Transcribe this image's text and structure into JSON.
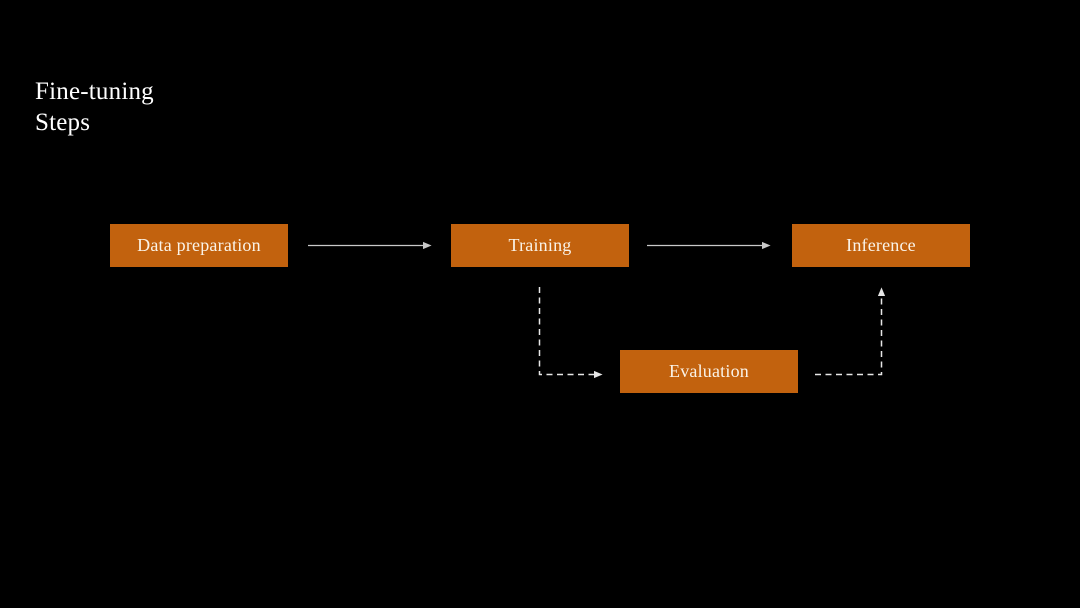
{
  "title": {
    "line1": "Fine-tuning",
    "line2": "Steps"
  },
  "nodes": {
    "data_preparation": {
      "label": "Data preparation"
    },
    "training": {
      "label": "Training"
    },
    "inference": {
      "label": "Inference"
    },
    "evaluation": {
      "label": "Evaluation"
    }
  },
  "edges": [
    {
      "from": "Data preparation",
      "to": "Training",
      "style": "solid-arrow"
    },
    {
      "from": "Training",
      "to": "Inference",
      "style": "solid-arrow"
    },
    {
      "from": "Training",
      "to": "Evaluation",
      "style": "dashed-arrow"
    },
    {
      "from": "Evaluation",
      "to": "Inference",
      "style": "dashed-arrow"
    }
  ],
  "colors": {
    "background": "#000000",
    "title_text": "#FFFFFF",
    "node_fill": "#C2620E",
    "node_text": "#FAF3E8",
    "solid_arrow": "#C9C9C9",
    "dashed_arrow": "#E6E6E6"
  }
}
